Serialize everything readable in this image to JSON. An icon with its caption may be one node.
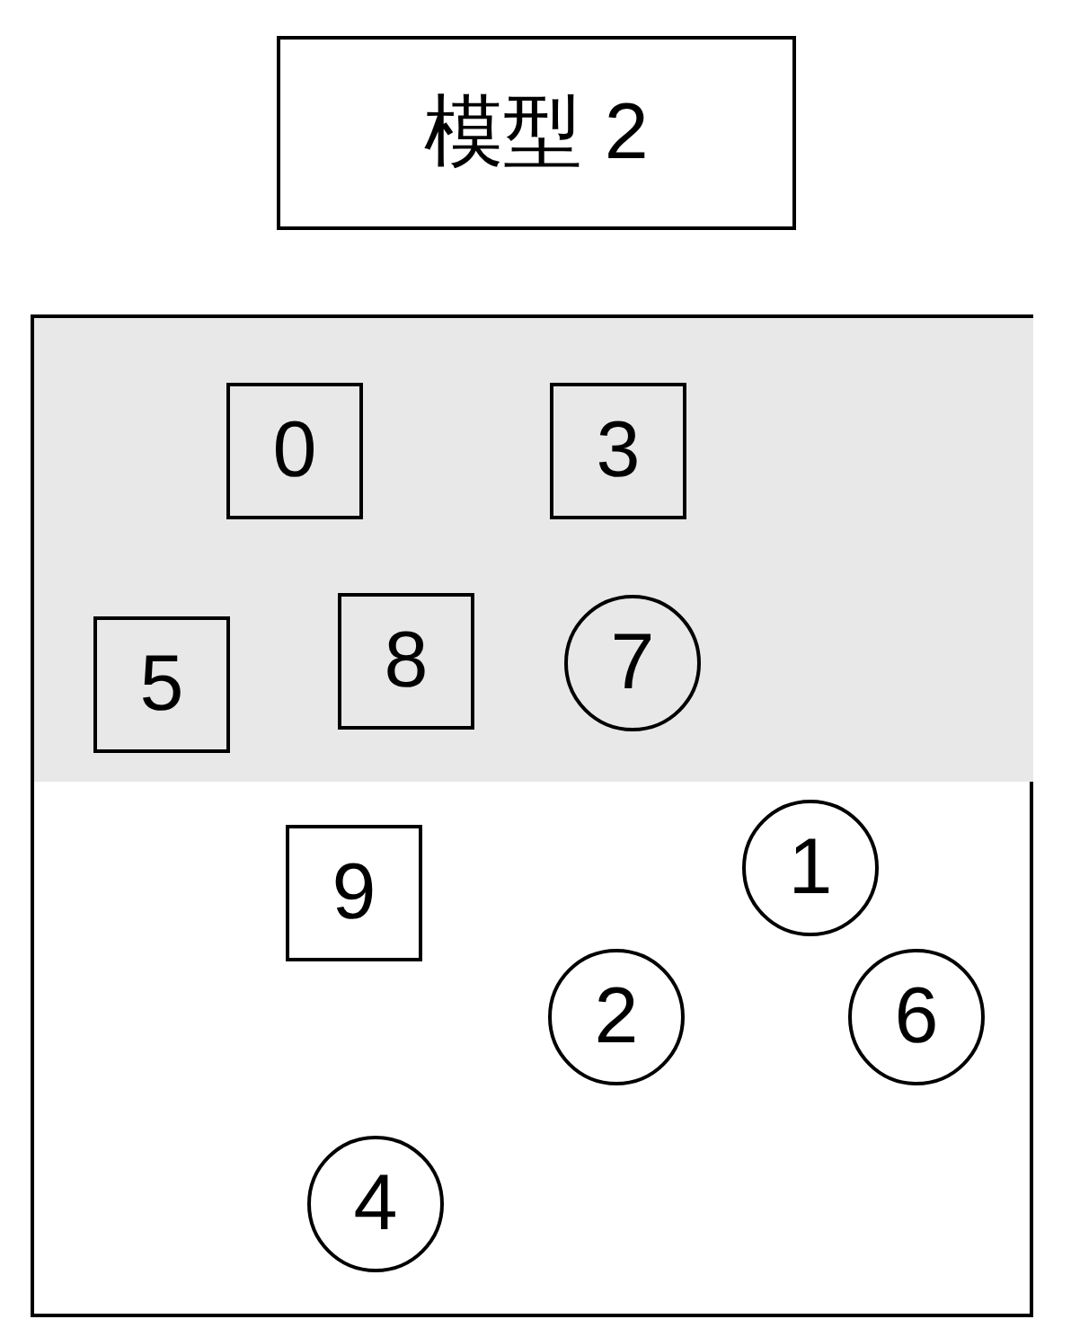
{
  "diagram": {
    "nodes": [
      {
        "text": [
          "模型 2"
        ]
      },
      {
        "text": [],
        "shape": "box"
      },
      {
        "text": [],
        "shape": "band",
        "in": 1
      },
      {
        "text": [
          "0"
        ],
        "in": 2
      },
      {
        "text": [
          "3"
        ],
        "in": 2
      },
      {
        "text": [
          "5"
        ],
        "in": 2
      },
      {
        "text": [
          "8"
        ],
        "in": 2
      },
      {
        "text": [
          "7"
        ],
        "in": 2
      },
      {
        "text": [
          "1"
        ],
        "in": 1
      },
      {
        "text": [
          "9"
        ],
        "in": 1
      },
      {
        "text": [
          "2"
        ],
        "in": 1
      },
      {
        "text": [
          "6"
        ],
        "in": 1
      },
      {
        "text": [
          "4"
        ],
        "in": 1
      }
    ]
  }
}
